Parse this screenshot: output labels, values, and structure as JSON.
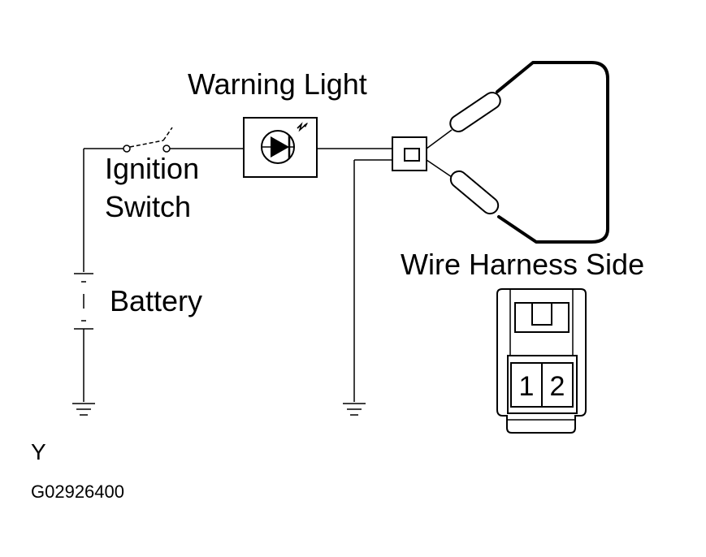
{
  "labels": {
    "warning_light": "Warning Light",
    "ignition_line1": "Ignition",
    "ignition_line2": "Switch",
    "battery": "Battery",
    "wire_harness_side": "Wire Harness Side",
    "corner_letter": "Y",
    "figure_code": "G02926400"
  },
  "connector_pins": [
    "1",
    "2"
  ],
  "colors": {
    "line": "#000000",
    "background": "#ffffff"
  }
}
